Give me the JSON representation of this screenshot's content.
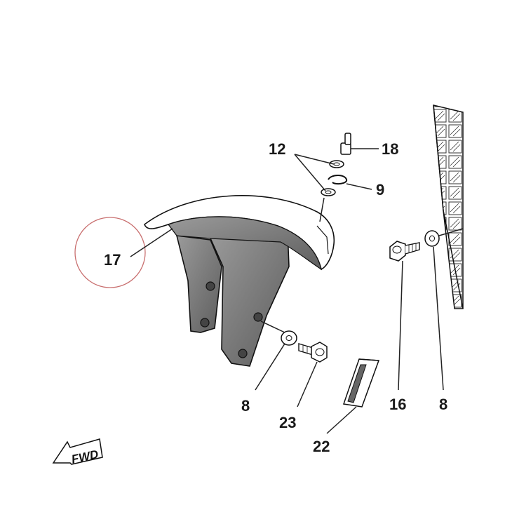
{
  "diagram": {
    "callouts": [
      {
        "id": "17",
        "label": "17",
        "highlighted": true
      },
      {
        "id": "12",
        "label": "12"
      },
      {
        "id": "18",
        "label": "18"
      },
      {
        "id": "9",
        "label": "9"
      },
      {
        "id": "8a",
        "label": "8"
      },
      {
        "id": "23",
        "label": "23"
      },
      {
        "id": "22",
        "label": "22"
      },
      {
        "id": "16",
        "label": "16"
      },
      {
        "id": "8b",
        "label": "8"
      }
    ],
    "fwd_label": "FWD",
    "highlight_color": "#c97070"
  }
}
